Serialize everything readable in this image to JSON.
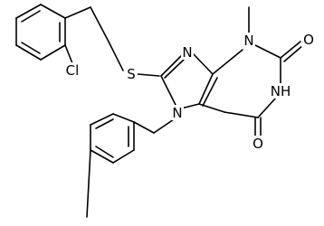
{
  "atom_labels": {
    "chlorine": "Cl",
    "sulfur": "S",
    "n9": "N",
    "n3": "N",
    "n1": "NH",
    "n7": "N",
    "o2": "O",
    "o6": "O"
  },
  "colors": {
    "bond": "#000000",
    "text": "#000000",
    "background": "#ffffff"
  }
}
